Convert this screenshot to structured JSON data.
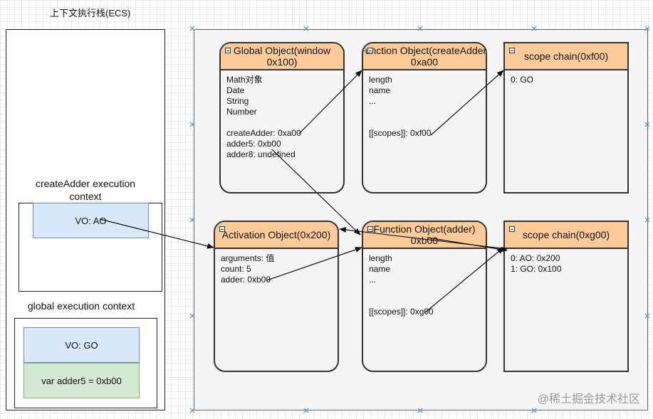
{
  "ecs_title": "上下文执行栈(ECS)",
  "stack": {
    "create_adder_context": {
      "label": "createAdder execution context",
      "vo": "VO: AO"
    },
    "global_context": {
      "label": "global execution context",
      "vo": "VO: GO",
      "var": "var adder5 = 0xb00"
    }
  },
  "heap": {
    "global_object": {
      "title": "Global Object(window 0x100)",
      "body": "Math对象\nDate\nString\nNumber\n\ncreateAdder: 0xa00\nadder5: 0xb00\nadder8: undefined"
    },
    "function_create_adder": {
      "title": "Function Object(createAdder)\n0xa00",
      "body": "length\nname\n...\n\n\n[[scopes]]: 0xf00"
    },
    "scope_chain_f00": {
      "title": "scope chain(0xf00)",
      "body": "0: GO"
    },
    "activation_object": {
      "title": "Activation Object(0x200)",
      "body": "arguments: 值\ncount: 5\nadder: 0xb00"
    },
    "function_adder": {
      "title": "Function Object(adder)\n0xb00",
      "body": "length\nname\n...\n\n\n[[scopes]]: 0xg00"
    },
    "scope_chain_g00": {
      "title": "scope chain(0xg00)",
      "body": "0: AO: 0x200\n1: GO: 0x100"
    }
  },
  "watermark": "@稀土掘金技术社区",
  "colors": {
    "vo_fill": "#dae8fc",
    "var_fill": "#d5e8d4",
    "object_header": "#ffcc99",
    "heap_fill": "#f5f5f5"
  }
}
